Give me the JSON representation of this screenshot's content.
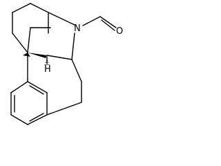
{
  "structure": {
    "atoms": {
      "nitrogen": "N",
      "oxygen": "O",
      "hydrogen": "H"
    },
    "colors": {
      "bond": "#000000",
      "label": "#000000",
      "background": "#ffffff"
    }
  }
}
